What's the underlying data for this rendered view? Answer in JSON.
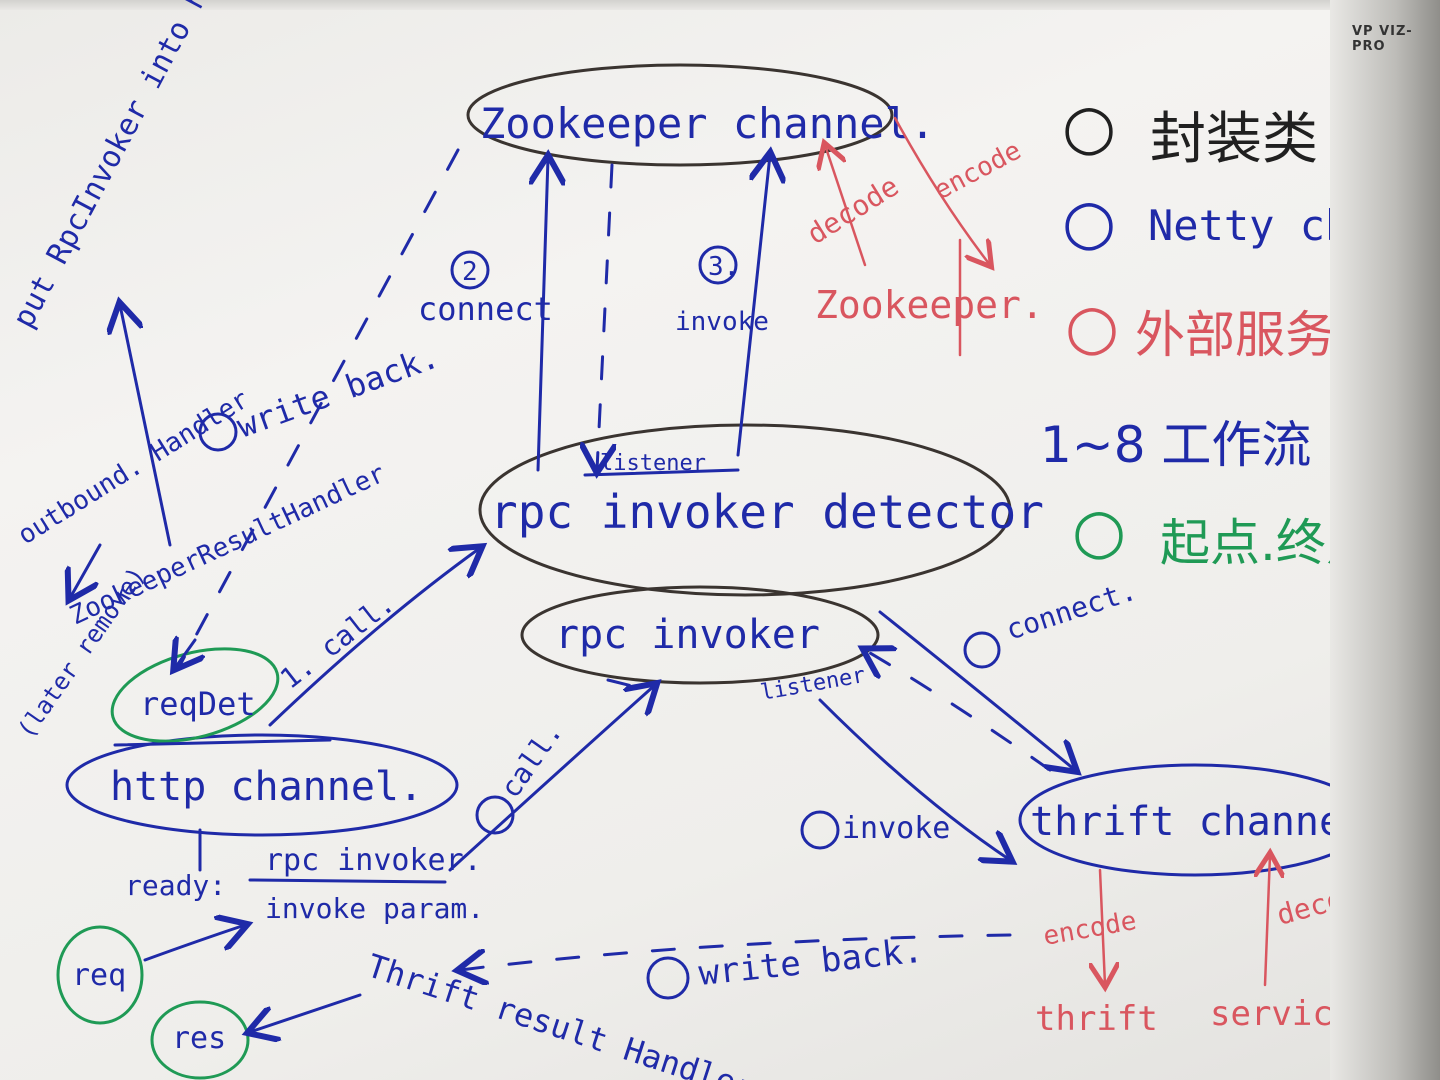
{
  "board_brand": "VP VIZ-PRO",
  "nodes": {
    "zookeeper_channel": "Zookeeper channel.",
    "rpc_invoker_detector": "rpc invoker detector",
    "rpc_invoker": "rpc invoker",
    "http_channel": "http channel.",
    "thrift_channel": "thrift channel.",
    "req_det": "reqDet",
    "req": "req",
    "res": "res",
    "zookeeper_external": "Zookeeper.",
    "thrift_external": "thrift",
    "service_external": "service."
  },
  "labels": {
    "put_rpc_invoker": "put RpcInvoker into httpCtx",
    "outbound_handler": "outbound. Handler",
    "zookeeper_result_handler_top": "ZookeeperResultHandler",
    "zookeeper_result_handler_bottom": "Zookeeper",
    "later_remove": "(later remove)",
    "step1": "1. call.",
    "step2_num": "2",
    "step2": "connect",
    "step3_num": "3.",
    "step3": "invoke",
    "step4": "write back.",
    "step5": "call.",
    "step6": "connect.",
    "step7": "invoke",
    "step8": "write back.",
    "listener_top": "listener",
    "listener_bottom": "listener",
    "ready": "ready:",
    "ready_rpc_invoker": "rpc invoker.",
    "invoke_param": "invoke param.",
    "thrift_result_handler": "Thrift result Handler",
    "decode_zk": "decode",
    "encode_zk": "encode",
    "encode_thrift": "encode",
    "decode_thrift": "decode"
  },
  "legend": [
    {
      "symbol": "○",
      "text": "封装类",
      "color": "#202020"
    },
    {
      "symbol": "○",
      "text": "Netty channel.",
      "color": "#1f2aa8"
    },
    {
      "symbol": "○",
      "text": "外部服务",
      "color": "#d9565f"
    },
    {
      "symbol": "",
      "text": "1~8 工作流",
      "color": "#1f2aa8"
    },
    {
      "symbol": "○",
      "text": "起点.终点",
      "color": "#1f9a55"
    }
  ]
}
